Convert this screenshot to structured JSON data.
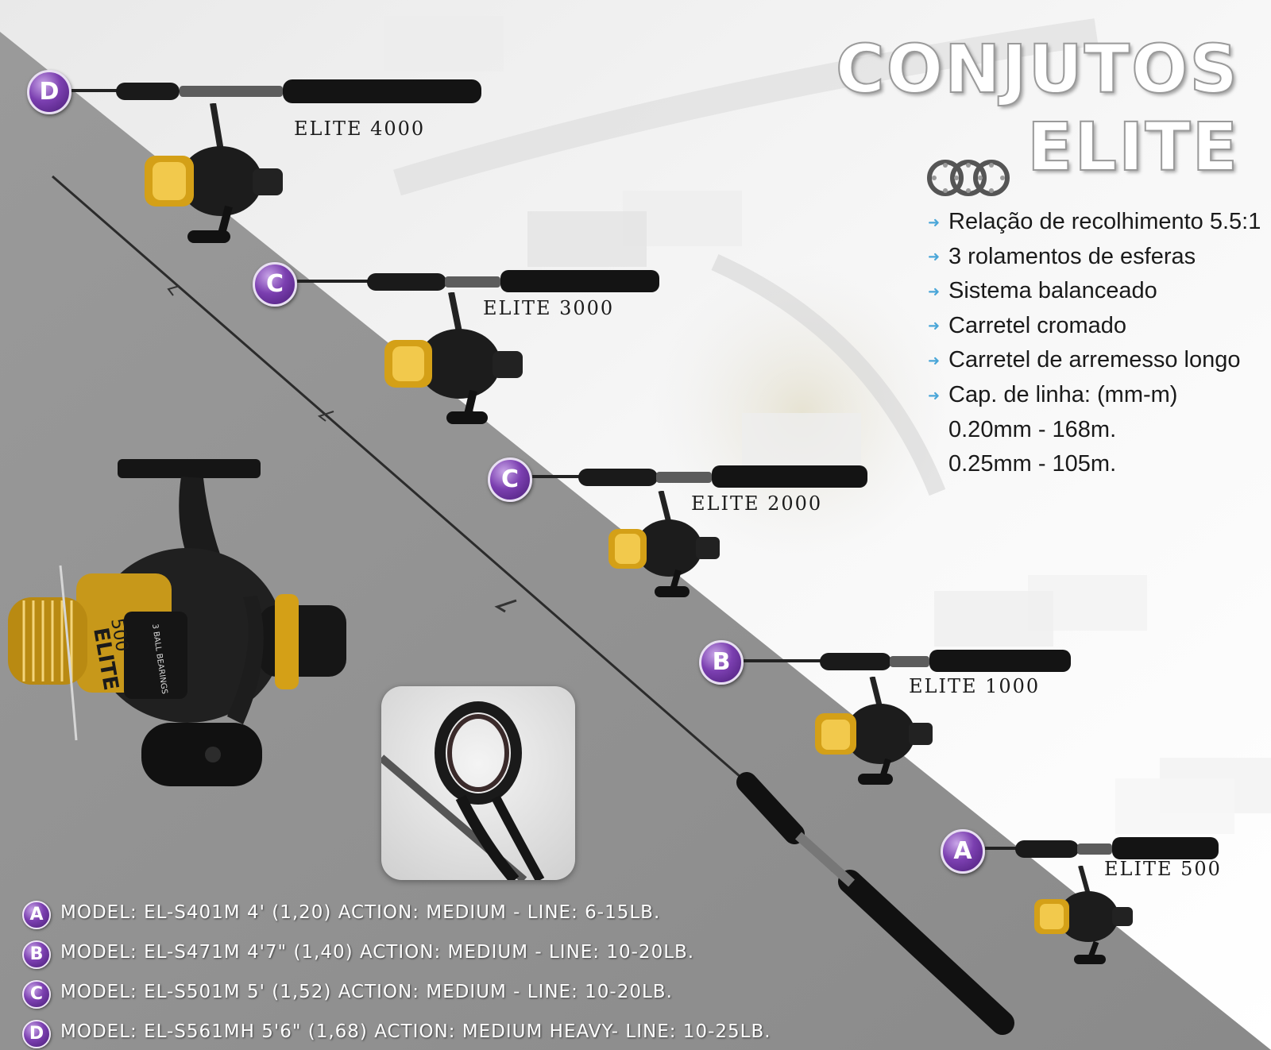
{
  "title": "CONJUTOS ELITE",
  "features": [
    "Relação de recolhimento 5.5:1",
    "3 rolamentos de esferas",
    "Sistema balanceado",
    "Carretel cromado",
    "Carretel de arremesso longo",
    "Cap. de linha: (mm-m)"
  ],
  "line_capacity": [
    "0.20mm - 168m.",
    "0.25mm - 105m."
  ],
  "sets": [
    {
      "badge": "D",
      "label": "ELITE 4000"
    },
    {
      "badge": "C",
      "label": "ELITE 3000"
    },
    {
      "badge": "C",
      "label": "ELITE 2000"
    },
    {
      "badge": "B",
      "label": "ELITE 1000"
    },
    {
      "badge": "A",
      "label": "ELITE 500"
    }
  ],
  "specs": [
    {
      "badge": "A",
      "text": "MODEL: EL-S401M 4' (1,20) ACTION: MEDIUM - LINE: 6-15LB."
    },
    {
      "badge": "B",
      "text": "MODEL: EL-S471M 4'7\" (1,40) ACTION: MEDIUM - LINE: 10-20LB."
    },
    {
      "badge": "C",
      "text": "MODEL: EL-S501M 5' (1,52) ACTION: MEDIUM - LINE: 10-20LB."
    },
    {
      "badge": "D",
      "text": "MODEL: EL-S561MH 5'6\" (1,68) ACTION: MEDIUM HEAVY- LINE: 10-25LB."
    }
  ],
  "reel_closeup_text": {
    "brand": "ELITE",
    "model": "500",
    "bearings": "3 BALL BEARINGS"
  },
  "colors": {
    "dark_area": "#8f8f8f",
    "light_area": "#ffffff",
    "badge": "#7b3fb0",
    "reel_gold": "#d4a017",
    "bullet": "#4aa6d8"
  },
  "icons": [
    "ball-bearings-icon",
    "arrow-bullet-icon",
    "fishing-rod",
    "spinning-reel",
    "rod-guide-closeup"
  ]
}
